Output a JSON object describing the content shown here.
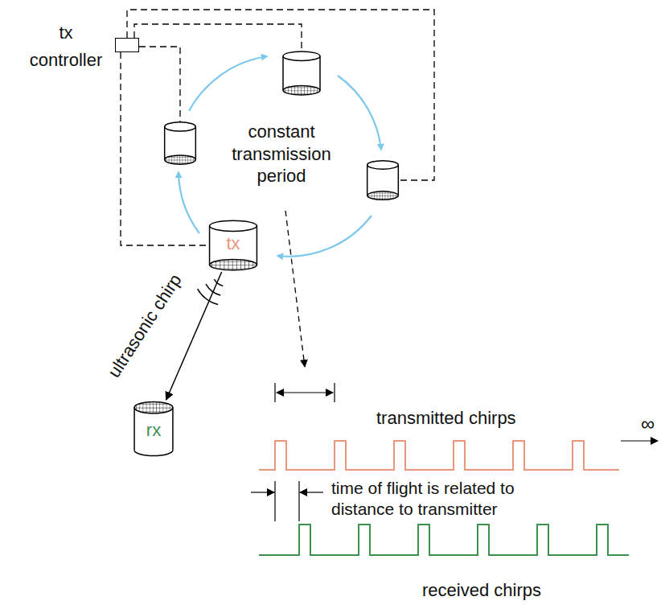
{
  "diagram": {
    "nodes": [
      {
        "text": [
          "tx controller"
        ]
      },
      {
        "text": [
          "tx"
        ]
      },
      {
        "text": [
          "rx"
        ]
      }
    ],
    "edges": [
      {
        "from": 0,
        "to": 1,
        "arrow": "none"
      },
      {
        "from": 1,
        "to": 2,
        "arrow": "to",
        "label": "ultrasonic chirp"
      }
    ],
    "labels": [
      "constant transmission period",
      "transmitted chirps",
      "∞",
      "time of flight is related to distance to transmitter",
      "received chirps"
    ]
  }
}
